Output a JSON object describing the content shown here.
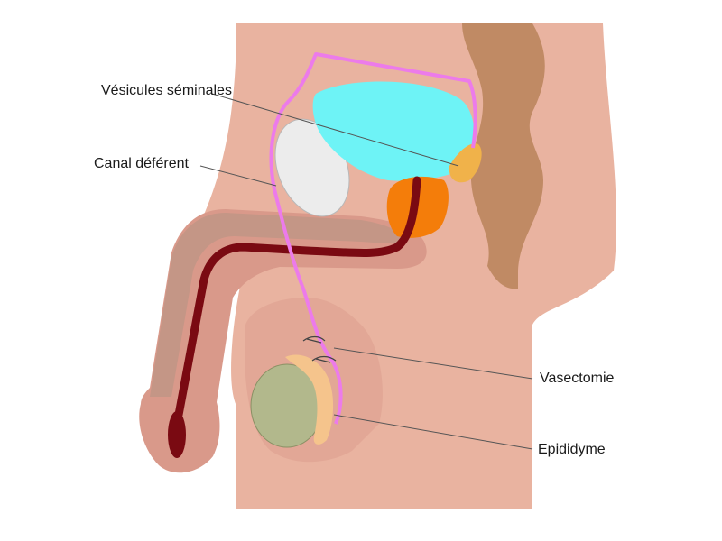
{
  "labels": {
    "seminal_vesicles": "Vésicules séminales",
    "vas_deferens": "Canal déférent",
    "vasectomy": "Vasectomie",
    "epididymis": "Epididyme"
  },
  "colors": {
    "skin": "#e9b3a0",
    "skin_dark": "#d9998a",
    "rectum": "#c08a64",
    "bladder": "#6ef3f6",
    "prostate": "#f47d0a",
    "vesicle": "#f0b24a",
    "urethra": "#7a0a12",
    "vas_deferens": "#ec7bea",
    "pubic_bone": "#ececec",
    "testis": "#b2b88c",
    "epididymis": "#f5c48c",
    "shaft_shade": "#c49686"
  }
}
